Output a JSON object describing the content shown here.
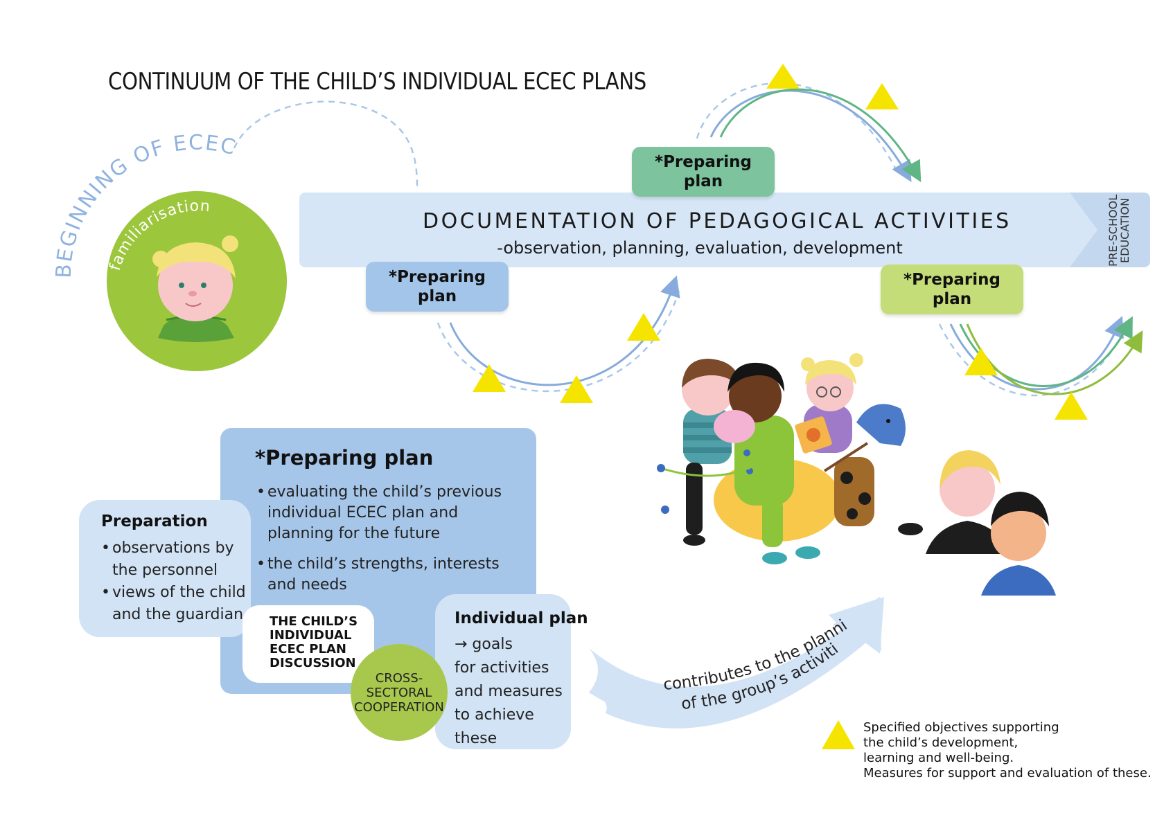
{
  "title": "CONTINUUM OF THE CHILD’S INDIVIDUAL ECEC PLANS",
  "beginning_label": "BEGINNING OF ECEC",
  "familiarisation_label": "familiarisation",
  "documentation": {
    "title": "DOCUMENTATION OF PEDAGOGICAL ACTIVITIES",
    "subtitle": "-observation, planning, evaluation, development"
  },
  "preschool_label": {
    "line1": "PRE-SCHOOL",
    "line2": "EDUCATION"
  },
  "preparing_chips": [
    {
      "line1": "*Preparing",
      "line2": "plan",
      "color": "#7dc49e"
    },
    {
      "line1": "*Preparing",
      "line2": "plan",
      "color": "#a4c5ea"
    },
    {
      "line1": "*Preparing",
      "line2": "plan",
      "color": "#c5dd78"
    }
  ],
  "preparing_plan_panel": {
    "heading": "*Preparing plan",
    "bullets": [
      "evaluating the child’s previous individual ECEC plan and planning for the future",
      "the child’s strengths, interests and needs"
    ]
  },
  "preparation_panel": {
    "heading": "Preparation",
    "bullets": [
      "observations by the personnel",
      "views of the child and the guardian"
    ]
  },
  "discussion_box": {
    "line1": "THE CHILD’S",
    "line2": "INDIVIDUAL",
    "line3": "ECEC PLAN",
    "line4": "DISCUSSION"
  },
  "cross_sectoral": {
    "line1": "CROSS-",
    "line2": "SECTORAL",
    "line3": "COOPERATION"
  },
  "individual_plan": {
    "heading": "Individual plan",
    "lines": [
      "→ goals",
      "for activities",
      "and measures",
      "to achieve these"
    ]
  },
  "contributes_arrow": {
    "line1": "contributes to the planning",
    "line2": "of the group’s activities"
  },
  "legend": {
    "lines": [
      "Specified objectives supporting",
      "the child’s development,",
      "learning and well-being.",
      "Measures for support and evaluation of these."
    ],
    "marker_color": "#f5e400"
  },
  "colors": {
    "band": "#d6e6f7",
    "green_circle": "#9cc63c",
    "dashed_arc": "#a9c7ea",
    "triangle": "#f5e400",
    "green_line": "#5fb584",
    "blue_line": "#86abdc",
    "lime_line": "#8fbd3b"
  }
}
